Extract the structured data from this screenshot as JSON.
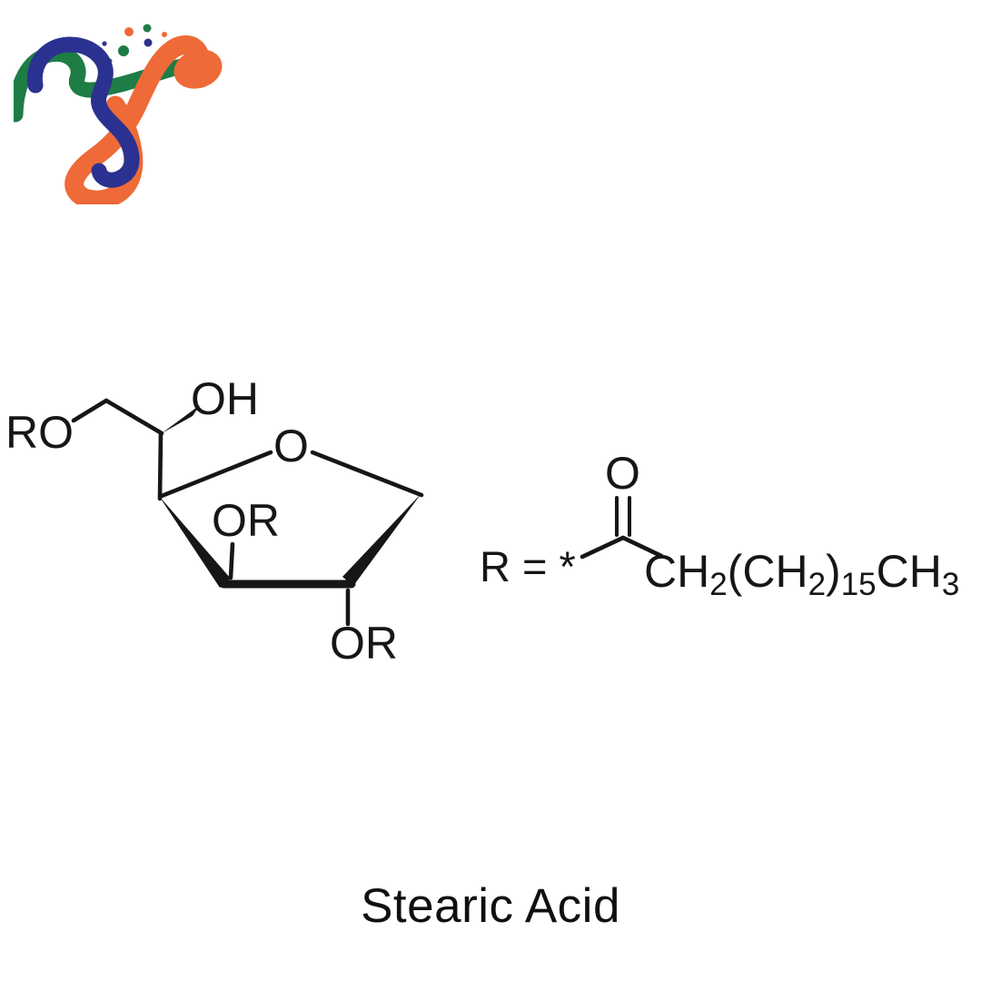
{
  "caption": {
    "text": "Stearic Acid"
  },
  "logo": {
    "colors": {
      "green": "#1e7c45",
      "blue": "#2b3190",
      "orange": "#ee6a38"
    }
  },
  "structure": {
    "ink": "#161616",
    "labels": {
      "ro": "RO",
      "oh": "OH",
      "ring_o": "O",
      "or_mid": "OR",
      "or_bottom": "OR",
      "r_equals": "R = *",
      "carbonyl_o": "O"
    },
    "chain": {
      "p1": "CH",
      "s1": "2",
      "p2": "(CH",
      "s2": "2",
      "p3": ")",
      "s3": "15",
      "p4": "CH",
      "s4": "3"
    }
  }
}
